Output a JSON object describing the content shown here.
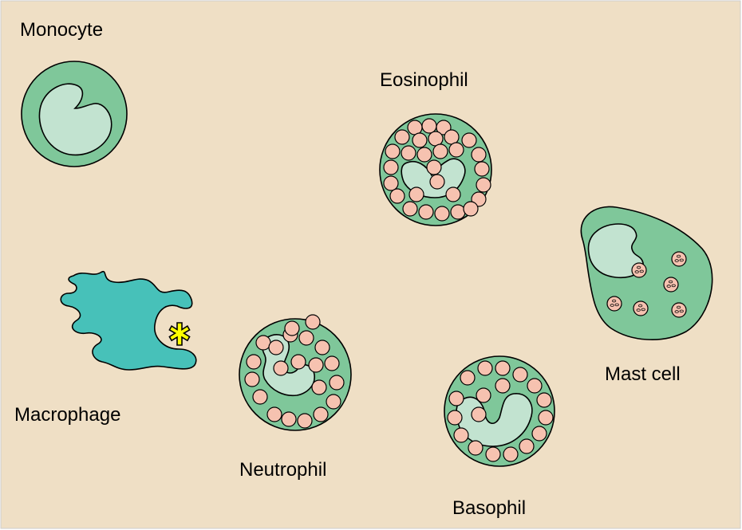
{
  "colors": {
    "background": "#efdfc5",
    "cytoplasm": "#7fc79a",
    "nucleus": "#c2e3d0",
    "granule": "#f6c2b0",
    "macrophage": "#47c1b9",
    "particle": "#ffff00",
    "outline": "#000000"
  },
  "cells": [
    {
      "id": "monocyte",
      "label": "Monocyte",
      "icon": "monocyte-icon"
    },
    {
      "id": "eosinophil",
      "label": "Eosinophil",
      "icon": "eosinophil-icon"
    },
    {
      "id": "macrophage",
      "label": "Macrophage",
      "icon": "macrophage-icon"
    },
    {
      "id": "neutrophil",
      "label": "Neutrophil",
      "icon": "neutrophil-icon"
    },
    {
      "id": "basophil",
      "label": "Basophil",
      "icon": "basophil-icon"
    },
    {
      "id": "mast-cell",
      "label": "Mast cell",
      "icon": "mast-cell-icon"
    }
  ]
}
